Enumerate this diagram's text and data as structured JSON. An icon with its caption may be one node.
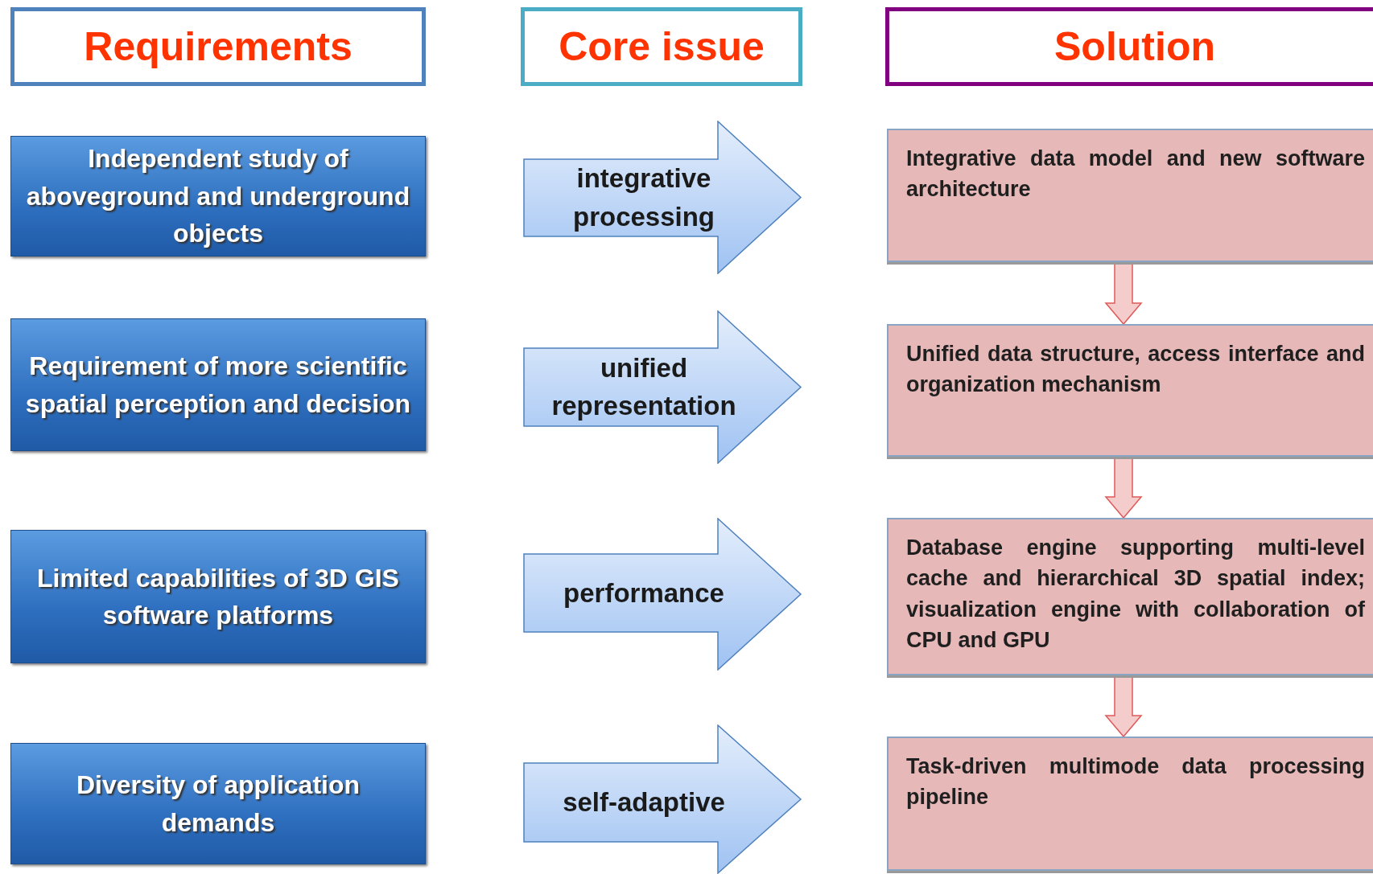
{
  "diagram": {
    "nodes": [
      {
        "text": [
          "Requirements"
        ]
      },
      {
        "text": [
          "Core issue"
        ]
      },
      {
        "text": [
          "Solution"
        ]
      },
      {
        "text": [
          "Independent study of aboveground and underground objects"
        ]
      },
      {
        "text": [
          "integrative processing"
        ]
      },
      {
        "text": [
          "Integrative data model and new software architecture"
        ]
      },
      {
        "text": [
          "Requirement of more scientific spatial perception and decision"
        ]
      },
      {
        "text": [
          "unified representation"
        ]
      },
      {
        "text": [
          "Unified data structure, access interface and organization mechanism"
        ]
      },
      {
        "text": [
          "Limited capabilities of 3D GIS software platforms"
        ]
      },
      {
        "text": [
          "performance"
        ]
      },
      {
        "text": [
          "Database engine supporting multi-level cache and hierarchical 3D spatial index; visualization engine with collaboration of CPU and GPU"
        ]
      },
      {
        "text": [
          "Diversity of application demands"
        ]
      },
      {
        "text": [
          "self-adaptive"
        ]
      },
      {
        "text": [
          "Task-driven multimode data processing pipeline"
        ]
      }
    ],
    "edges": [
      {
        "from": 5,
        "to": 8,
        "arrow": "to"
      },
      {
        "from": 8,
        "to": 11,
        "arrow": "to"
      },
      {
        "from": 11,
        "to": 14,
        "arrow": "to"
      }
    ]
  }
}
